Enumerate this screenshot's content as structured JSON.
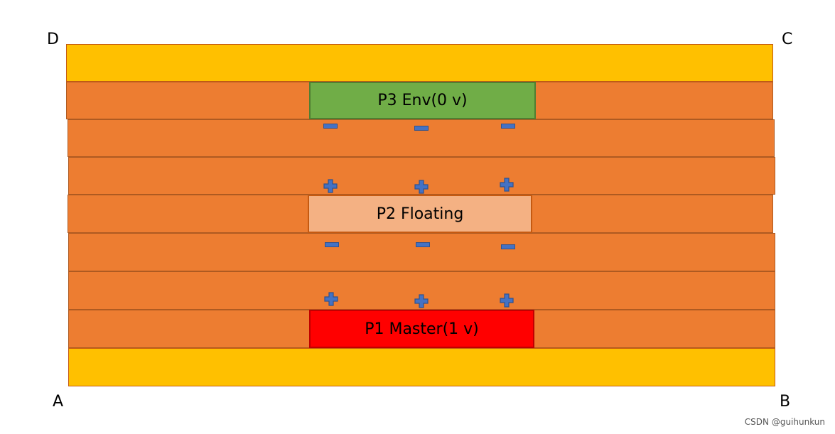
{
  "corners": {
    "top_left": "D",
    "top_right": "C",
    "bottom_left": "A",
    "bottom_right": "B"
  },
  "plates": {
    "p3": "P3 Env(0 v)",
    "p2": "P2 Floating",
    "p1": "P1 Master(1 v)"
  },
  "colors": {
    "shield_layer": "#ffc000",
    "substrate_layer": "#ed7d31",
    "p3_env": "#70ad47",
    "p2_floating": "#f4b183",
    "p1_master": "#ff0000",
    "charge_symbols": "#4472c4"
  },
  "charge_symbols": {
    "minus": "minus-icon",
    "plus": "plus-icon"
  },
  "watermark": "CSDN @guihunkun"
}
